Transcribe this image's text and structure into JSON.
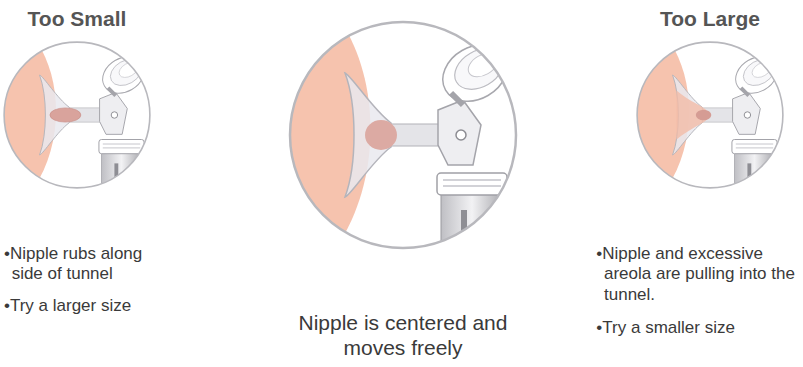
{
  "diagram": {
    "labels": [
      "Too Small",
      "Too Large",
      "•Nipple rubs along side of tunnel",
      "•Try a larger size",
      "Nipple is centered and moves freely",
      "•Nipple and excessive areola are pulling into the tunnel.",
      "•Try a smaller size"
    ]
  }
}
